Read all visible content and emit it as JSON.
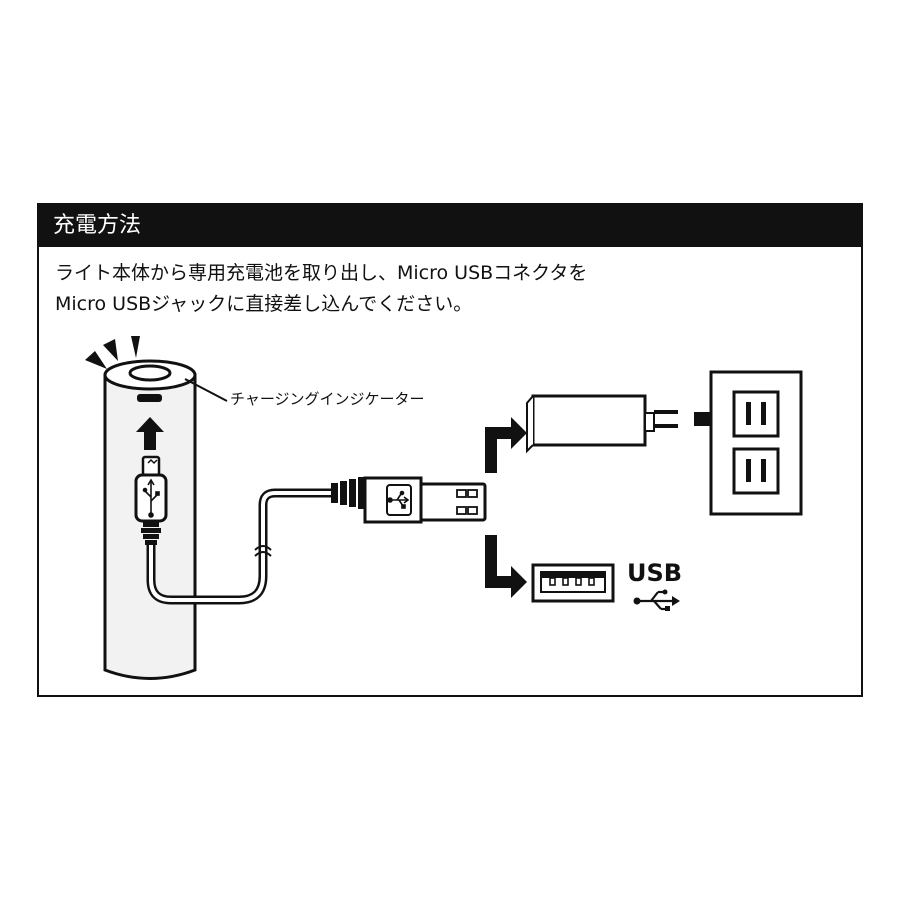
{
  "panel": {
    "title": "充電方法",
    "description": [
      "ライト本体から専用充電池を取り出し、Micro USBコネクタを",
      "Micro USBジャックに直接差し込んでください。"
    ]
  },
  "labels": {
    "charging_indicator": "チャージングインジケーター",
    "usb_mark": "USB"
  },
  "icons": {
    "usb_symbol": "usb-trident-icon",
    "arrow": "arrow-icon"
  },
  "colors": {
    "ink": "#111111",
    "header_bg": "#111111",
    "header_text": "#ffffff",
    "battery_fill": "#f2f2f2",
    "paper": "#ffffff"
  }
}
